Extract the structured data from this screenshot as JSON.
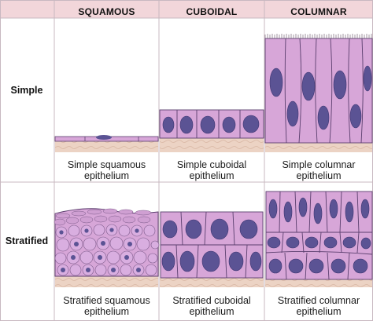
{
  "columns": {
    "squamous": "SQUAMOUS",
    "cuboidal": "CUBOIDAL",
    "columnar": "COLUMNAR"
  },
  "rows": {
    "simple": "Simple",
    "stratified": "Stratified"
  },
  "captions": {
    "simple_squamous": {
      "line1": "Simple squamous",
      "line2": "epithelium"
    },
    "simple_cuboidal": {
      "line1": "Simple cuboidal",
      "line2": "epithelium"
    },
    "simple_columnar": {
      "line1": "Simple columnar",
      "line2": "epithelium"
    },
    "stratified_squamous": {
      "line1": "Stratified squamous",
      "line2": "epithelium"
    },
    "stratified_cuboidal": {
      "line1": "Stratified cuboidal",
      "line2": "epithelium"
    },
    "stratified_columnar": {
      "line1": "Stratified columnar",
      "line2": "epithelium"
    }
  },
  "colors": {
    "header_bg": "#f2d6da",
    "cell_fill": "#d7a6d8",
    "cell_stroke": "#5b3f6e",
    "nucleus": "#5b5394",
    "basement": "#e8cdbd",
    "grid": "#c8b8c0"
  }
}
